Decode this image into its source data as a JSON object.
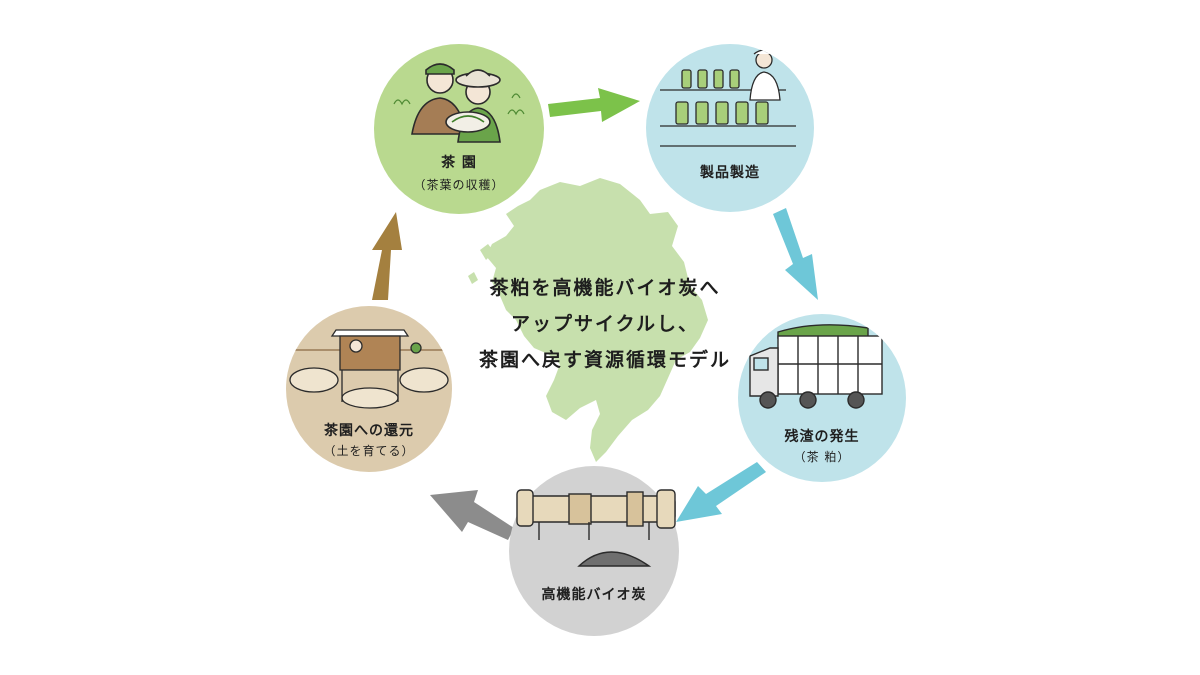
{
  "title_lines": [
    "茶粕を高機能バイオ炭へ",
    "アップサイクルし、",
    "茶園へ戻す資源循環モデル"
  ],
  "stages": [
    {
      "label": "茶 園",
      "sub": "（茶葉の収穫）",
      "color": "#b9d98f"
    },
    {
      "label": "製品製造",
      "sub": "",
      "color": "#bfe3ea"
    },
    {
      "label": "残渣の発生",
      "sub": "（茶 粕）",
      "color": "#bfe3ea"
    },
    {
      "label": "高機能バイオ炭",
      "sub": "",
      "color": "#d2d2d2"
    },
    {
      "label": "茶園への還元",
      "sub": "（土を育てる）",
      "color": "#dccbad"
    }
  ],
  "arrow_colors": {
    "green": "#7cc24a",
    "blue": "#6ec7d8",
    "gray": "#8c8c8c",
    "brown": "#a4803f"
  },
  "map_color": "#c7e0ad"
}
